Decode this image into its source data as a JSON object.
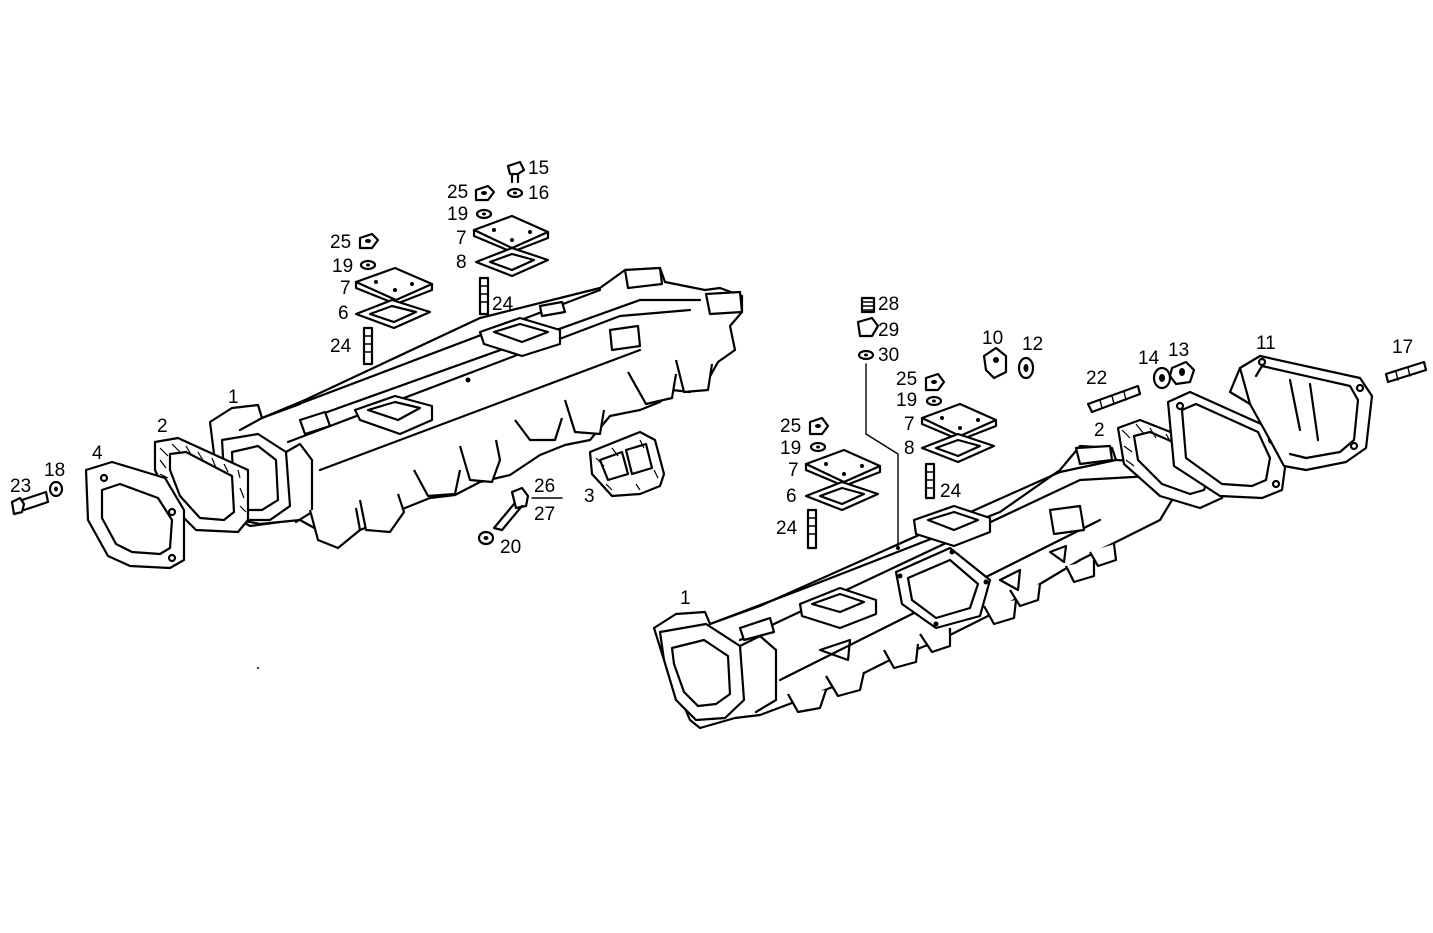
{
  "labels": {
    "left": {
      "l1": "1",
      "l2": "2",
      "l3": "3",
      "l4": "4",
      "l6": "6",
      "l7a": "7",
      "l7b": "7",
      "l8": "8",
      "l15": "15",
      "l16": "16",
      "l18": "18",
      "l19a": "19",
      "l19b": "19",
      "l20": "20",
      "l23": "23",
      "l24a": "24",
      "l24b": "24",
      "l25a": "25",
      "l25b": "25",
      "l26": "26",
      "l27": "27"
    },
    "right": {
      "l1": "1",
      "l2a": "2",
      "l6": "6",
      "l7a": "7",
      "l7b": "7",
      "l8": "8",
      "l10": "10",
      "l11": "11",
      "l12": "12",
      "l13": "13",
      "l14": "14",
      "l17": "17",
      "l19a": "19",
      "l19b": "19",
      "l22": "22",
      "l24a": "24",
      "l24b": "24",
      "l25a": "25",
      "l25b": "25",
      "l28": "28",
      "l29": "29",
      "l30": "30"
    }
  }
}
